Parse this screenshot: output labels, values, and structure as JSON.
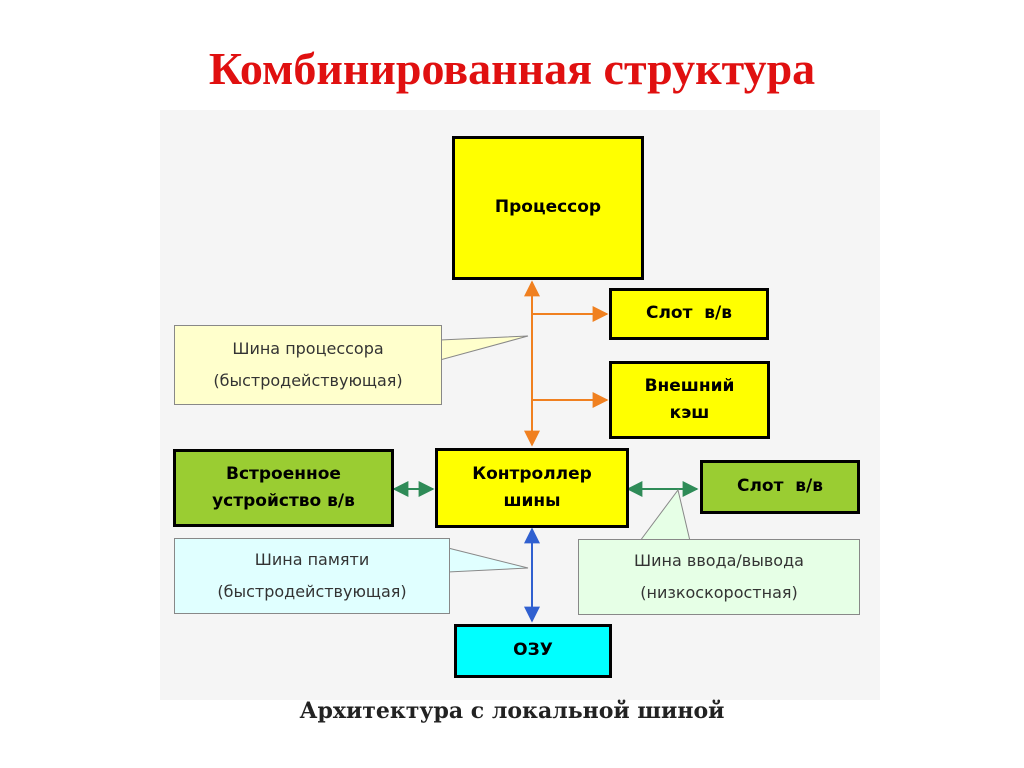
{
  "title": "Комбинированная структура",
  "caption": "Архитектура с локальной шиной",
  "boxes": {
    "processor": "Процессор",
    "slot_top": "Слот  в/в",
    "ext_cache": "Внешний\nкэш",
    "embedded_io": "Встроенное\nустройство в/в",
    "bus_controller": "Контроллер\nшины",
    "slot_right": "Слот  в/в",
    "ram": "ОЗУ"
  },
  "callouts": {
    "cpu_bus": "Шина процессора\n(быстродействующая)",
    "mem_bus": "Шина памяти\n(быстродействующая)",
    "io_bus": "Шина ввода/вывода\n(низкоскоростная)"
  },
  "colors": {
    "title": "#e01010",
    "cpu_bus_arrow": "#f08020",
    "io_arrow": "#2e8b57",
    "mem_arrow": "#3060d0"
  }
}
